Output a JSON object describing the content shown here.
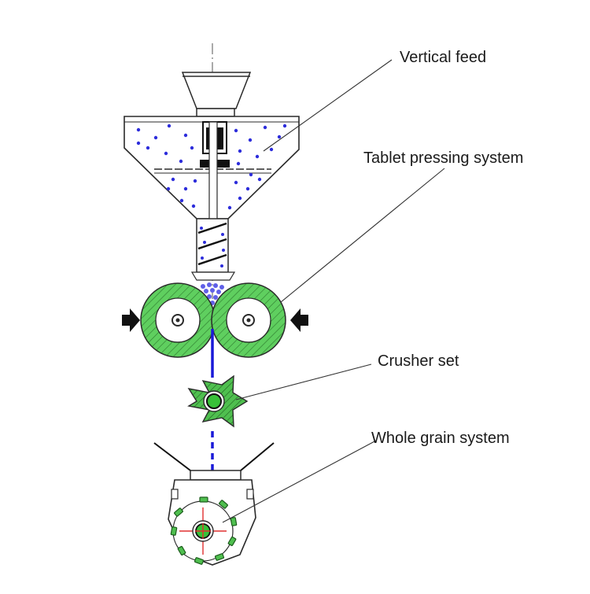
{
  "labels": {
    "vertical_feed": "Vertical feed",
    "tablet_pressing": "Tablet pressing system",
    "crusher_set": "Crusher set",
    "whole_grain": "Whole grain system"
  },
  "colors": {
    "line": "#2a2a2a",
    "roller_green": "#5fcf5f",
    "dot_blue": "#2d2ddb",
    "center_line": "#555555",
    "axis_red": "#e03030"
  },
  "icons": [
    "arrow-right-icon",
    "arrow-left-icon"
  ]
}
